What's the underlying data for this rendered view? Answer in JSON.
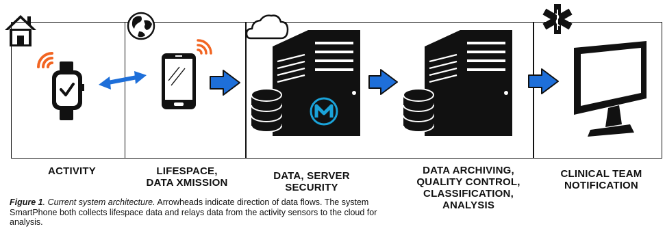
{
  "stages": [
    {
      "id": "activity",
      "label_lines": [
        "ACTIVITY"
      ]
    },
    {
      "id": "lifespace",
      "label_lines": [
        "LIFESPACE,",
        "DATA XMISSION"
      ]
    },
    {
      "id": "server",
      "label_lines": [
        "DATA, SERVER",
        "SECURITY"
      ]
    },
    {
      "id": "archiving",
      "label_lines": [
        "DATA ARCHIVING,",
        "QUALITY CONTROL,",
        "CLASSIFICATION,",
        "ANALYSIS"
      ]
    },
    {
      "id": "clinical",
      "label_lines": [
        "CLINICAL TEAM",
        "NOTIFICATION"
      ]
    }
  ],
  "caption": {
    "figure": "Figure 1",
    "subtitle": "Current system architecture.",
    "body": "Arrowheads indicate direction of data flows. The system SmartPhone both collects lifespace data and relays data from the activity sensors to the cloud for analysis."
  },
  "colors": {
    "signal": "#f26522",
    "flow_arrow": "#1e6fd9",
    "bidirectional_arrow": "#1e6fd9",
    "mulesoft_logo": "#1aa3d9",
    "ink": "#111111"
  },
  "icons": {
    "home": "home-icon",
    "globe": "globe-icon",
    "cloud": "cloud-icon",
    "medical": "star-of-life-icon"
  }
}
